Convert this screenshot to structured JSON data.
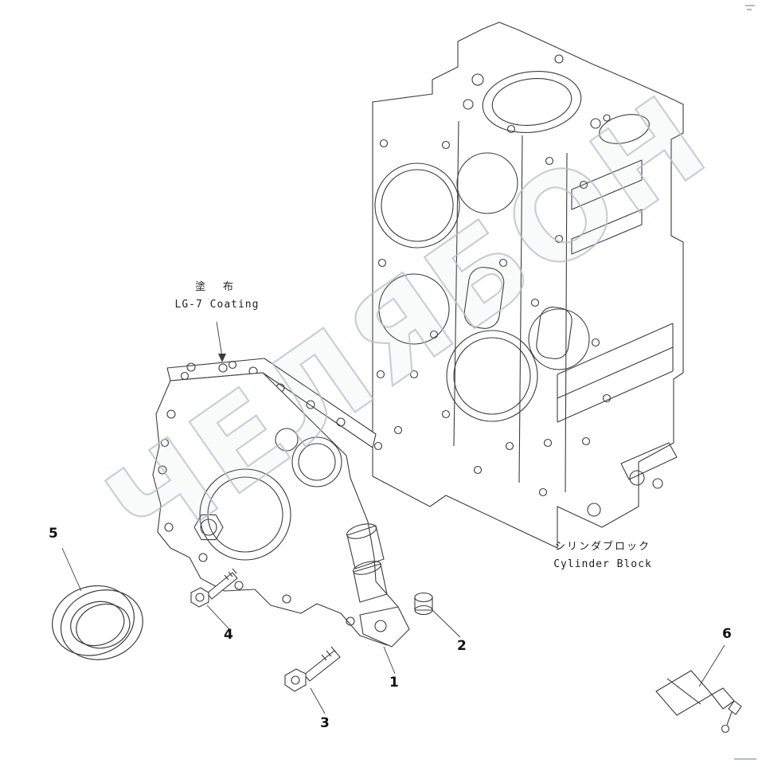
{
  "watermark": {
    "text": "ЧЕЛЯБОН",
    "color": "#b4c0cc"
  },
  "labels": {
    "coating_jp": "塗 布",
    "coating_en": "LG-7 Coating",
    "cyl_block_jp": "シリンダブロック",
    "cyl_block_en": "Cylinder Block"
  },
  "callouts": [
    {
      "number": "1"
    },
    {
      "number": "2"
    },
    {
      "number": "3"
    },
    {
      "number": "4"
    },
    {
      "number": "5"
    },
    {
      "number": "6"
    }
  ],
  "colors": {
    "line": "#3c3c3c",
    "background": "#ffffff"
  }
}
